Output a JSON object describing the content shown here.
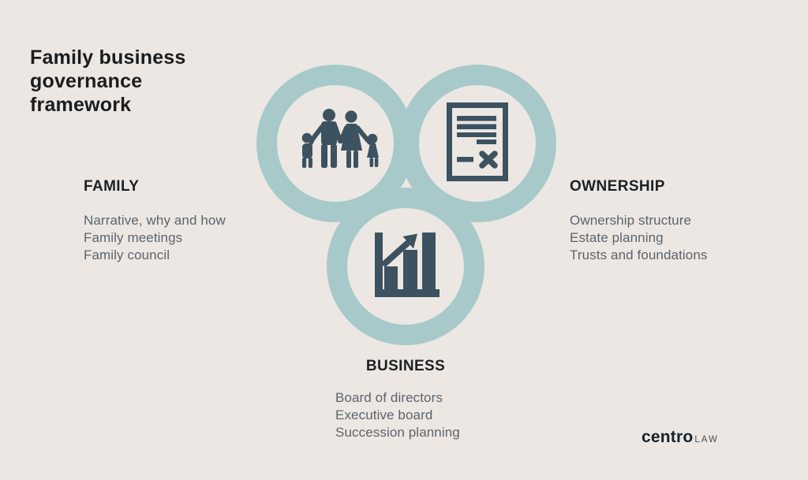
{
  "title": "Family business governance framework",
  "colors": {
    "background": "#ECE7E2",
    "ring": "#A7C9CA",
    "icon": "#3C5260",
    "title_text": "#1B1C1E",
    "heading_text": "#1D2025",
    "body_text": "#5C646E",
    "logo_text": "#16212B",
    "logo_suffix_text": "#4B4F55"
  },
  "diagram": {
    "type": "three-interlocking-rings",
    "icons": {
      "family": "family-figures-icon",
      "ownership": "contract-document-x-icon",
      "business": "growth-bar-chart-icon"
    }
  },
  "sections": {
    "family": {
      "heading": "FAMILY",
      "items": [
        "Narrative, why and how",
        "Family meetings",
        "Family council"
      ]
    },
    "ownership": {
      "heading": "OWNERSHIP",
      "items": [
        "Ownership structure",
        "Estate planning",
        "Trusts and foundations"
      ]
    },
    "business": {
      "heading": "BUSINESS",
      "items": [
        "Board of directors",
        "Executive board",
        "Succession planning"
      ]
    }
  },
  "logo": {
    "brand": "centro",
    "suffix": "LAW"
  }
}
